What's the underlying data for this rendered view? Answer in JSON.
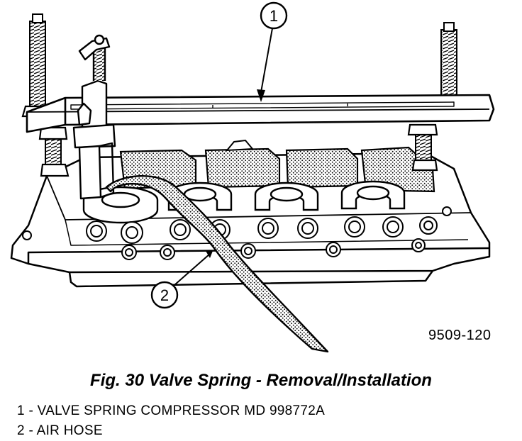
{
  "figure": {
    "code": "9509-120",
    "caption": "Fig. 30 Valve Spring - Removal/Installation"
  },
  "callouts": [
    {
      "number": "1",
      "text": "1 - VALVE SPRING COMPRESSOR MD 998772A"
    },
    {
      "number": "2",
      "text": "2 - AIR HOSE"
    }
  ]
}
